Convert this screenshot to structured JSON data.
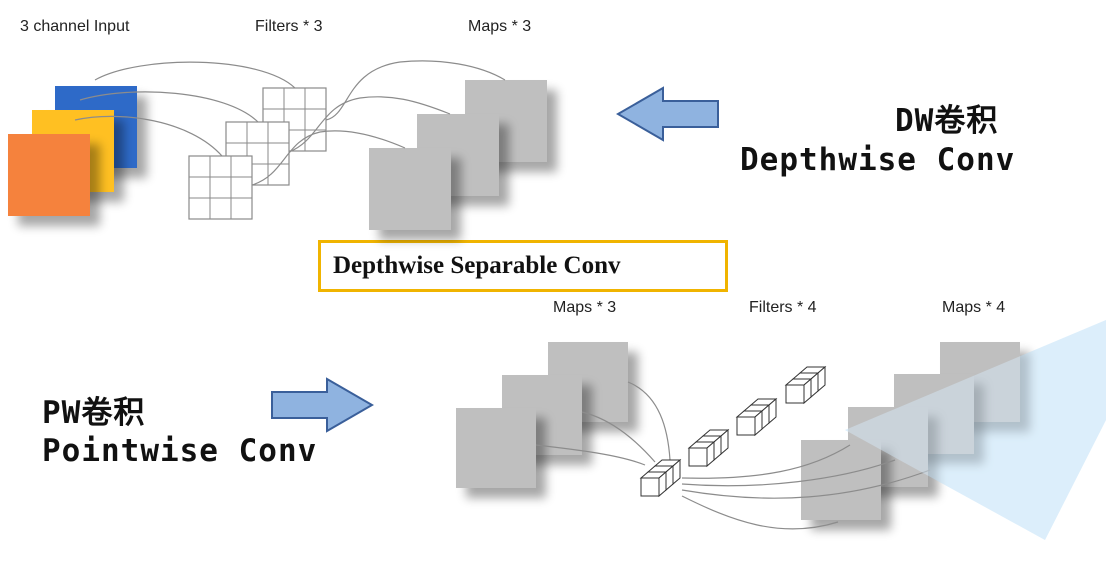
{
  "title_box": "Depthwise Separable Conv",
  "depthwise": {
    "input_label": "3 channel Input",
    "filters_label": "Filters * 3",
    "maps_label": "Maps * 3",
    "title_cn": "DW卷积",
    "title_en": "Depthwise Conv",
    "input_colors": [
      "#f5823c",
      "#ffc020",
      "#2f6ac8"
    ]
  },
  "pointwise": {
    "maps_in_label": "Maps * 3",
    "filters_label": "Filters * 4",
    "maps_out_label": "Maps * 4",
    "title_cn": "PW卷积",
    "title_en": "Pointwise Conv"
  },
  "colors": {
    "map_gray": "#bfbfbf",
    "arrow_fill": "#8fb3e0",
    "arrow_stroke": "#3a5f9a",
    "highlight": "#d6ecfa",
    "box_border": "#f0b400"
  }
}
